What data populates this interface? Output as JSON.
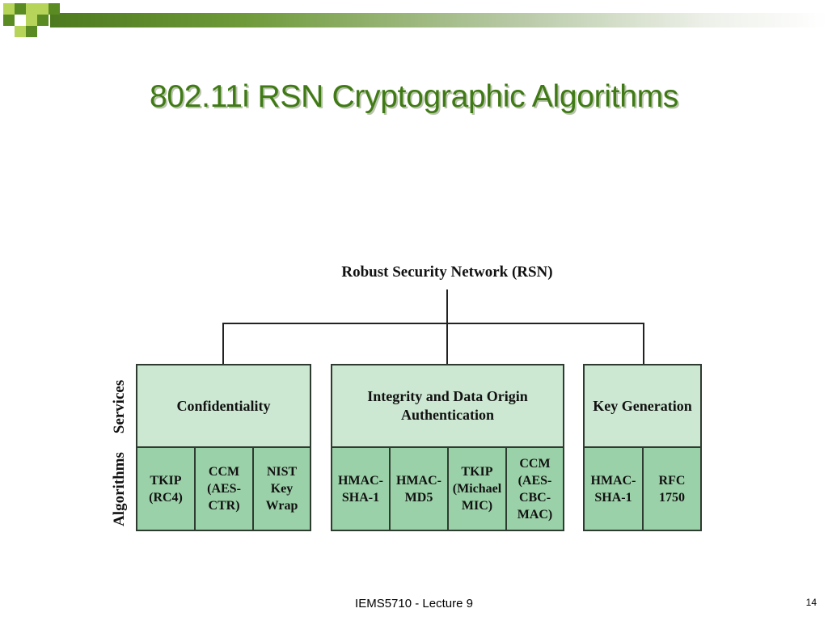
{
  "slide": {
    "title": "802.11i RSN Cryptographic Algorithms",
    "footer": "IEMS5710 - Lecture 9",
    "page_number": "14"
  },
  "colors": {
    "title": "#3f7a14",
    "service_fill": "#cde8d2",
    "algorithm_fill": "#9bd1a8",
    "band_dark": "#4d7a1e"
  },
  "diagram": {
    "root": "Robust Security Network (RSN)",
    "row_labels": {
      "services": "Services",
      "algorithms": "Algorithms"
    },
    "groups": [
      {
        "service": "Confidentiality",
        "algorithms": [
          "TKIP\n(RC4)",
          "CCM\n(AES-\nCTR)",
          "NIST\nKey\nWrap"
        ]
      },
      {
        "service": "Integrity and\nData Origin\nAuthentication",
        "algorithms": [
          "HMAC-\nSHA-1",
          "HMAC-\nMD5",
          "TKIP\n(Michael\nMIC)",
          "CCM\n(AES-\nCBC-\nMAC)"
        ]
      },
      {
        "service": "Key\nGeneration",
        "algorithms": [
          "HMAC-\nSHA-1",
          "RFC\n1750"
        ]
      }
    ]
  }
}
